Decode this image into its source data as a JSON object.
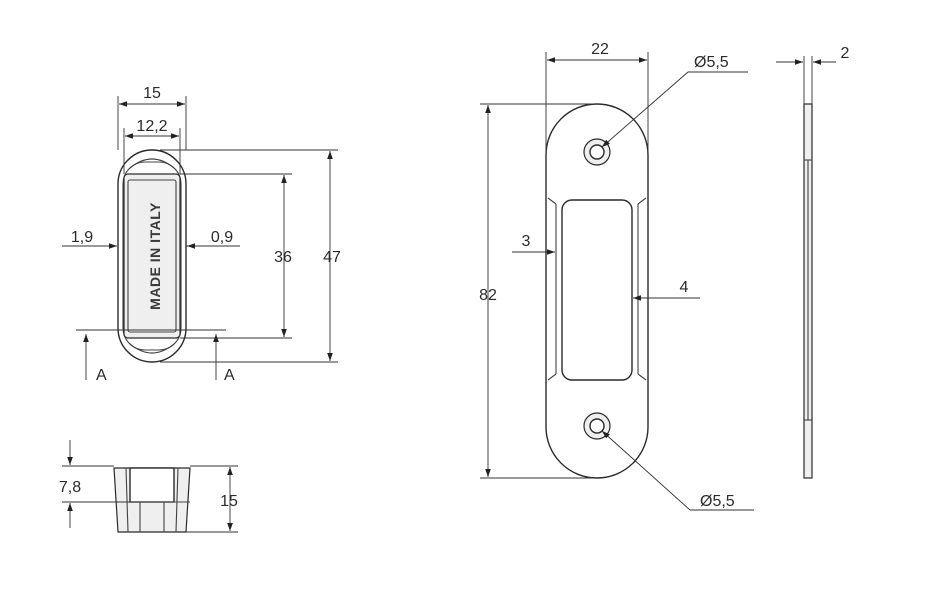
{
  "labels": {
    "w15": "15",
    "w12_2": "12,2",
    "h47": "47",
    "h36": "36",
    "t1_9": "1,9",
    "t0_9": "0,9",
    "sectA": "A",
    "stamp": "MADE IN ITALY",
    "h7_8": "7,8",
    "h15_side": "15",
    "w22": "22",
    "dia_top": "Ø5,5",
    "dia_bottom": "Ø5,5",
    "t2": "2",
    "d3": "3",
    "d4": "4",
    "h82": "82"
  }
}
